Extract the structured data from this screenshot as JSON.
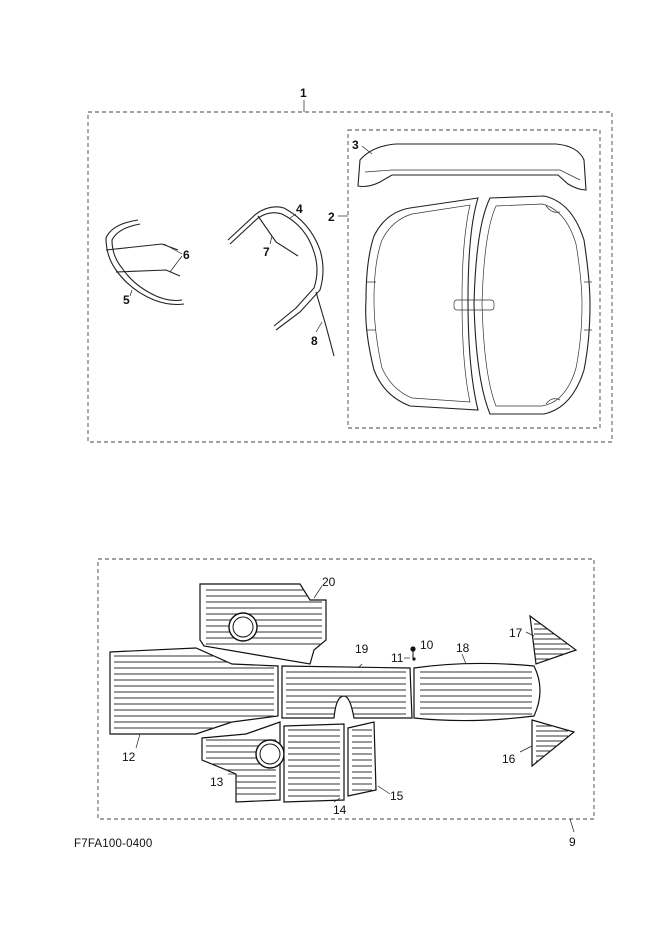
{
  "figure_code": "F7FA100-0400",
  "callouts": [
    {
      "id": "c1",
      "text": "1",
      "bold": true
    },
    {
      "id": "c2",
      "text": "2",
      "bold": true
    },
    {
      "id": "c3",
      "text": "3",
      "bold": true
    },
    {
      "id": "c4",
      "text": "4",
      "bold": true
    },
    {
      "id": "c5",
      "text": "5",
      "bold": true
    },
    {
      "id": "c6",
      "text": "6",
      "bold": true
    },
    {
      "id": "c7",
      "text": "7",
      "bold": true
    },
    {
      "id": "c8",
      "text": "8",
      "bold": true
    },
    {
      "id": "c9",
      "text": "9",
      "bold": false
    },
    {
      "id": "c10",
      "text": "10",
      "bold": false
    },
    {
      "id": "c11",
      "text": "11",
      "bold": false
    },
    {
      "id": "c12",
      "text": "12",
      "bold": false
    },
    {
      "id": "c13",
      "text": "13",
      "bold": false
    },
    {
      "id": "c14",
      "text": "14",
      "bold": false
    },
    {
      "id": "c15",
      "text": "15",
      "bold": false
    },
    {
      "id": "c16",
      "text": "16",
      "bold": false
    },
    {
      "id": "c17",
      "text": "17",
      "bold": false
    },
    {
      "id": "c18",
      "text": "18",
      "bold": false
    },
    {
      "id": "c19",
      "text": "19",
      "bold": false
    },
    {
      "id": "c20",
      "text": "20",
      "bold": false
    }
  ]
}
